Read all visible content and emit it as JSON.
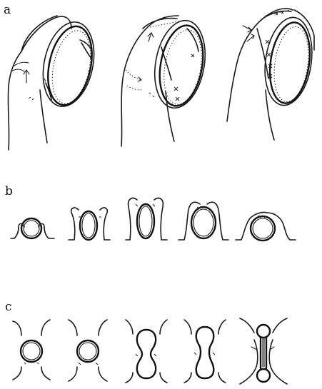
{
  "panels": {
    "a": {
      "label": "a"
    },
    "b": {
      "label": "b"
    },
    "c": {
      "label": "c"
    }
  },
  "colors": {
    "ink": "#1a1a1a",
    "background": "#ffffff"
  }
}
